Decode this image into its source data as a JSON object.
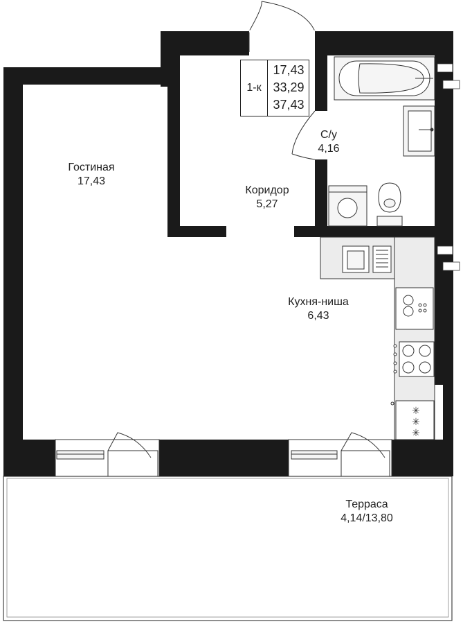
{
  "apartment": {
    "type": "1-к",
    "areas": [
      "17,43",
      "33,29",
      "37,43"
    ]
  },
  "rooms": [
    {
      "id": "living",
      "name": "Гостиная",
      "area": "17,43"
    },
    {
      "id": "corridor",
      "name": "Коридор",
      "area": "5,27"
    },
    {
      "id": "bathroom",
      "name": "С/у",
      "area": "4,16"
    },
    {
      "id": "kitchen",
      "name": "Кухня-ниша",
      "area": "6,43"
    },
    {
      "id": "terrace",
      "name": "Терраса",
      "area": "4,14/13,80"
    }
  ],
  "colors": {
    "wall": "#1a1a1a",
    "line": "#333333",
    "fixture_fill": "#f5f5f5",
    "counter": "#ececec"
  }
}
